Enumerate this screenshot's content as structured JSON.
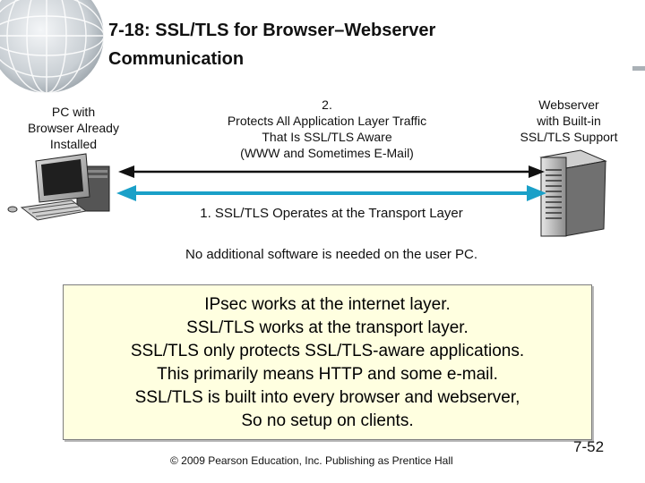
{
  "slide": {
    "title_line1": "7-18: SSL/TLS for Browser–Webserver",
    "title_line2": "Communication",
    "page_number": "7-52",
    "footer": "© 2009 Pearson Education, Inc.  Publishing as Prentice Hall"
  },
  "diagram": {
    "pc_label": [
      "PC with",
      "Browser Already",
      "Installed"
    ],
    "webserver_label": [
      "Webserver",
      "with Built-in",
      "SSL/TLS Support"
    ],
    "protect_label": [
      "2.",
      "Protects All Application Layer Traffic",
      "That Is SSL/TLS Aware",
      "(WWW and Sometimes E-Mail)"
    ],
    "transport_label": "1. SSL/TLS Operates at the Transport Layer",
    "note": "No additional software is needed on the user PC.",
    "colors": {
      "top_arrow": "#111111",
      "bottom_arrow": "#1aa0c8"
    }
  },
  "callout": {
    "lines": [
      "IPsec works at the internet layer.",
      "SSL/TLS works at the transport layer.",
      "SSL/TLS only protects SSL/TLS-aware applications.",
      "This primarily means HTTP and some e-mail.",
      "SSL/TLS is built into every browser and webserver,",
      "So no setup on clients."
    ]
  }
}
